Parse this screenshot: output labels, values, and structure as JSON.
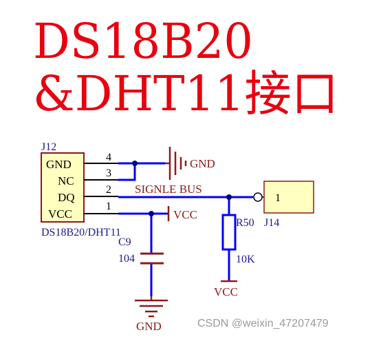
{
  "title": {
    "line1": "DS18B20",
    "line2": "&DHT11接口"
  },
  "connector_j12": {
    "ref": "J12",
    "part": "DS18B20/DHT11",
    "pins": [
      {
        "name": "GND",
        "number": "4"
      },
      {
        "name": "NC",
        "number": "3"
      },
      {
        "name": "DQ",
        "number": "2"
      },
      {
        "name": "VCC",
        "number": "1"
      }
    ]
  },
  "connector_j14": {
    "ref": "J14",
    "pin": "1"
  },
  "net_labels": {
    "gnd_top": "GND",
    "vcc_top": "VCC",
    "bus": "SIGNLE  BUS",
    "gnd_bottom": "GND",
    "vcc_bottom": "VCC"
  },
  "capacitor": {
    "ref": "C9",
    "value": "104"
  },
  "resistor": {
    "ref": "R50",
    "value": "10K"
  },
  "colors": {
    "title": "#e8000e",
    "wire": "#0000ff",
    "component": "#8b1a1a",
    "connector_fill": "#ffffc0",
    "junction": "#000080"
  },
  "watermark": "CSDN @weixin_47207479"
}
